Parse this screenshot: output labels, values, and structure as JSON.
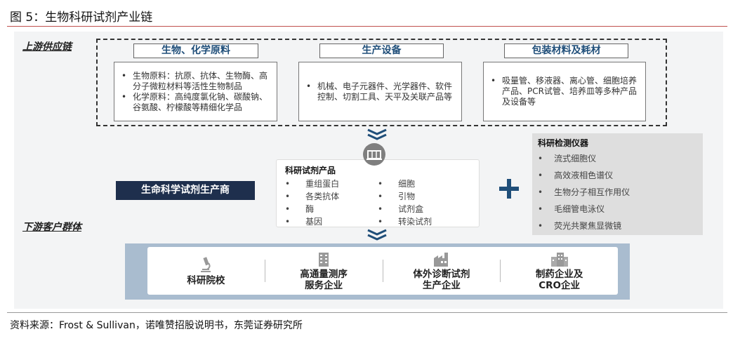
{
  "title": "图 5：生物科研试剂产业链",
  "upstream_label": "上游供应链",
  "downstream_label": "下游客户群体",
  "upstream": [
    {
      "header": "生物、化学原料",
      "items": [
        "生物原料：抗原、抗体、生物酶、高分子微粒材料等活性生物制品",
        "化学原料：高纯度氯化钠、碳酸钠、谷氨酸、柠檬酸等精细化学品"
      ]
    },
    {
      "header": "生产设备",
      "items": [
        "机械、电子元器件、光学器件、软件控制、切割工具、天平及关联产品等"
      ]
    },
    {
      "header": "包装材料及耗材",
      "items": [
        "吸量管、移液器、离心管、细胞培养产品、PCR试管、培养皿等多种产品及设备等"
      ]
    }
  ],
  "manufacturer": "生命科学试剂生产商",
  "products": {
    "title": "科研试剂产品",
    "col1": [
      "重组蛋白",
      "各类抗体",
      "酶",
      "基因"
    ],
    "col2": [
      "细胞",
      "引物",
      "试剂盒",
      "转染试剂"
    ]
  },
  "instruments": {
    "title": "科研检测仪器",
    "items": [
      "流式细胞仪",
      "高效液相色谱仪",
      "生物分子相互作用仪",
      "毛细管电泳仪",
      "荧光共聚焦显微镜"
    ]
  },
  "customers": [
    {
      "icon": "microscope-icon",
      "l1": "科研院校",
      "l2": ""
    },
    {
      "icon": "building-icon",
      "l1": "高通量测序",
      "l2": "服务企业"
    },
    {
      "icon": "factory-icon",
      "l1": "体外诊断试剂",
      "l2": "生产企业"
    },
    {
      "icon": "office-buildings-icon",
      "l1": "制药企业及",
      "l2": "CRO企业"
    }
  ],
  "source": "资料来源：Frost & Sullivan，诺唯赞招股说明书，东莞证券研究所",
  "colors": {
    "accent": "#1f4e79",
    "navy": "#1e2f4d",
    "red_rule": "#c0504d",
    "band": "#a9bccf"
  }
}
